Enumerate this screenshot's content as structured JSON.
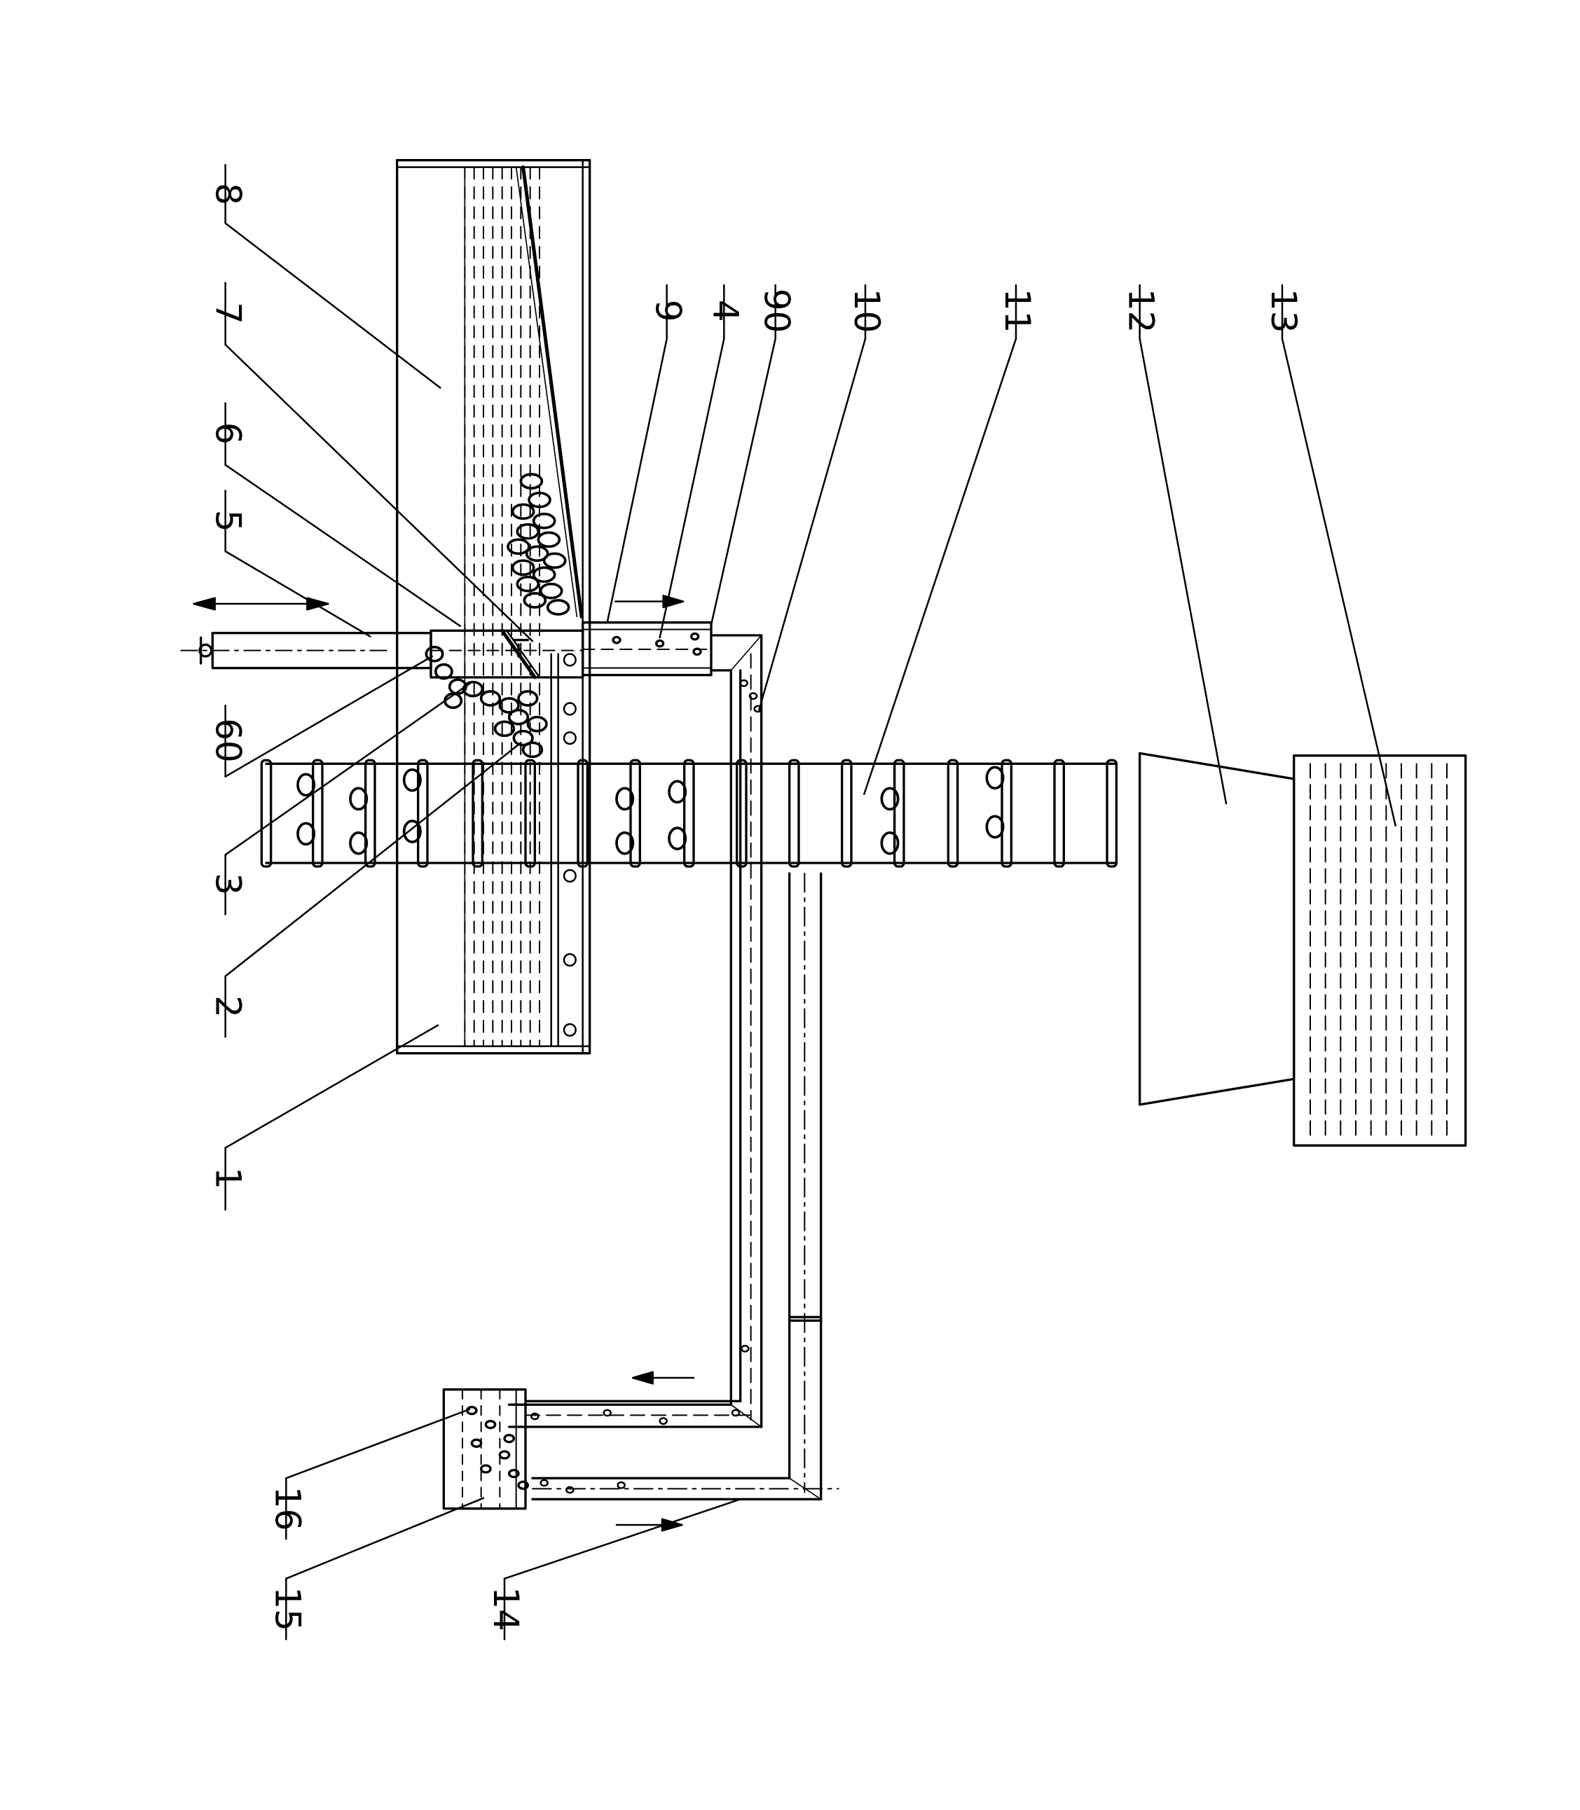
{
  "labels": [
    {
      "id": "1",
      "text": "1"
    },
    {
      "id": "2",
      "text": "2"
    },
    {
      "id": "3",
      "text": "3"
    },
    {
      "id": "60",
      "text": "60"
    },
    {
      "id": "5",
      "text": "5"
    },
    {
      "id": "6",
      "text": "6"
    },
    {
      "id": "7",
      "text": "7"
    },
    {
      "id": "8",
      "text": "8"
    },
    {
      "id": "9",
      "text": "9"
    },
    {
      "id": "4",
      "text": "4"
    },
    {
      "id": "90",
      "text": "90"
    },
    {
      "id": "10",
      "text": "10"
    },
    {
      "id": "11",
      "text": "11"
    },
    {
      "id": "12",
      "text": "12"
    },
    {
      "id": "13",
      "text": "13"
    },
    {
      "id": "16",
      "text": "16"
    },
    {
      "id": "15",
      "text": "15"
    },
    {
      "id": "14",
      "text": "14"
    }
  ],
  "colors": {
    "line": "#000000",
    "background": "#ffffff"
  }
}
